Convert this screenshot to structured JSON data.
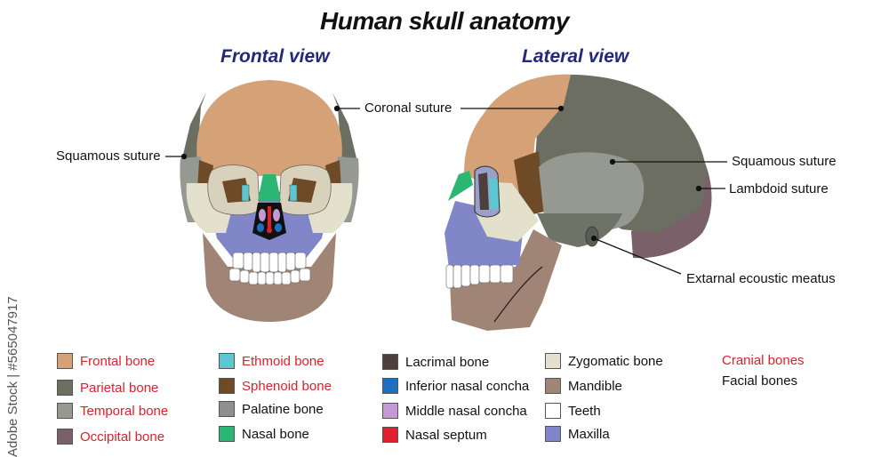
{
  "title": "Human skull anatomy",
  "views": {
    "frontal": "Frontal view",
    "lateral": "Lateral view"
  },
  "callouts": {
    "coronal": "Coronal suture",
    "squamous_left": "Squamous suture",
    "squamous_right": "Squamous suture",
    "lambdoid": "Lambdoid suture",
    "meatus": "Extarnal ecoustic meatus"
  },
  "legend": [
    {
      "label": "Frontal bone",
      "color": "#d4a276",
      "group": "cranial"
    },
    {
      "label": "Parietal bone",
      "color": "#6b6e60",
      "group": "cranial"
    },
    {
      "label": "Temporal bone",
      "color": "#959991",
      "group": "cranial"
    },
    {
      "label": "Occipital bone",
      "color": "#7a6068",
      "group": "cranial"
    },
    {
      "label": "Ethmoid bone",
      "color": "#5ec6d0",
      "group": "cranial"
    },
    {
      "label": "Sphenoid bone",
      "color": "#6e4a26",
      "group": "cranial"
    },
    {
      "label": "Palatine bone",
      "color": "#8f8f8f",
      "group": "facial"
    },
    {
      "label": "Nasal bone",
      "color": "#2bb673",
      "group": "facial"
    },
    {
      "label": "Lacrimal bone",
      "color": "#4d3f3c",
      "group": "facial"
    },
    {
      "label": "Inferior nasal concha",
      "color": "#1f6fc0",
      "group": "facial"
    },
    {
      "label": "Middle nasal concha",
      "color": "#c49ad6",
      "group": "facial"
    },
    {
      "label": "Nasal septum",
      "color": "#e0202a",
      "group": "facial"
    },
    {
      "label": "Zygomatic bone",
      "color": "#e3e0cc",
      "group": "facial"
    },
    {
      "label": "Mandible",
      "color": "#a08475",
      "group": "facial"
    },
    {
      "label": "Teeth",
      "color": "#ffffff",
      "group": "facial"
    },
    {
      "label": "Maxilla",
      "color": "#8186c9",
      "group": "facial"
    }
  ],
  "categories": {
    "cranial": "Cranial bones",
    "facial": "Facial bones"
  },
  "categoryColors": {
    "cranial": "#e0202a",
    "facial": "#111111"
  },
  "watermark": "Adobe Stock | #565047917"
}
